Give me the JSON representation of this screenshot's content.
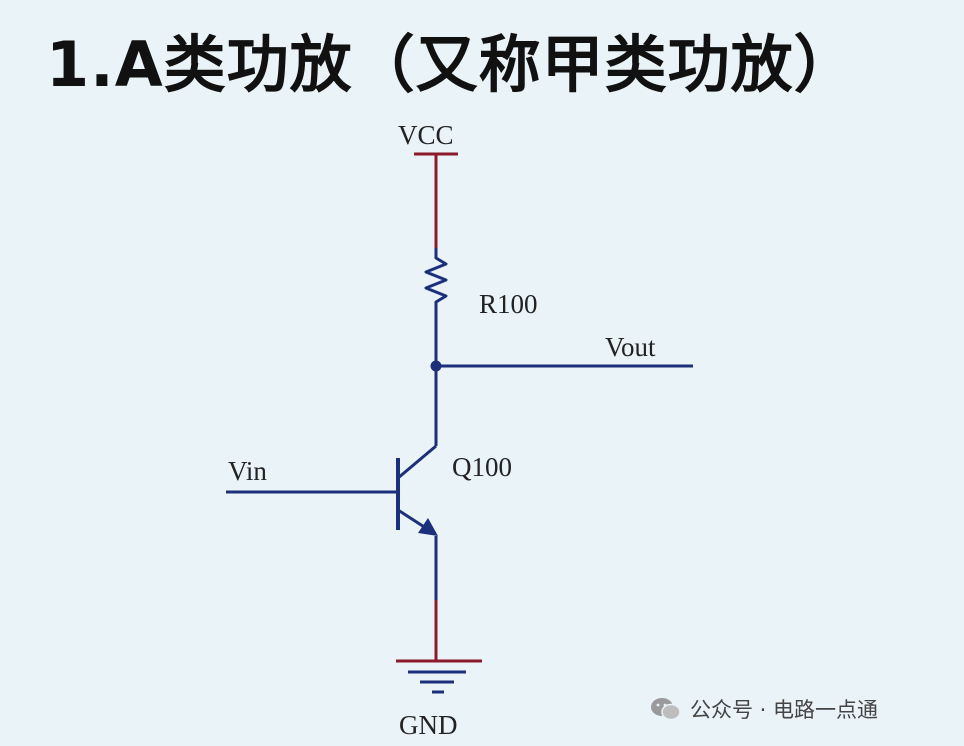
{
  "title": "1.A类功放（又称甲类功放）",
  "labels": {
    "vcc": "VCC",
    "resistor": "R100",
    "vout": "Vout",
    "vin": "Vin",
    "transistor": "Q100",
    "gnd": "GND"
  },
  "watermark": "公众号 · 电路一点通",
  "colors": {
    "background": "#eaf3f8",
    "power_rail": "#8b1a2b",
    "signal_wire": "#1c2f7a"
  }
}
